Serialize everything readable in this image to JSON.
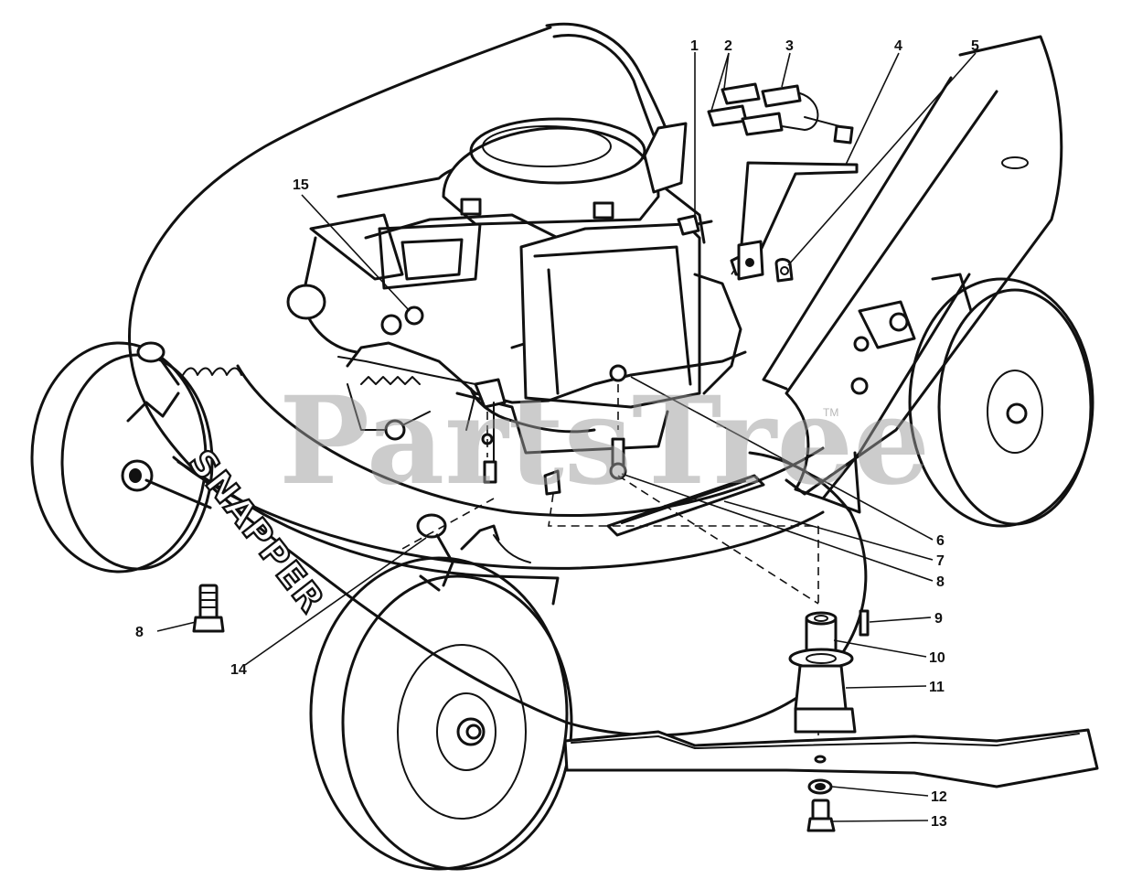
{
  "brand_label": "SNAPPER",
  "watermark": {
    "text": "PartsTree",
    "trademark": "TM"
  },
  "callouts": [
    "1",
    "2",
    "3",
    "4",
    "5",
    "6",
    "7",
    "8",
    "8",
    "9",
    "10",
    "11",
    "12",
    "13",
    "14",
    "15"
  ],
  "colors": {
    "line": "#111111",
    "background": "#ffffff",
    "watermark": "#9a9a9a"
  }
}
